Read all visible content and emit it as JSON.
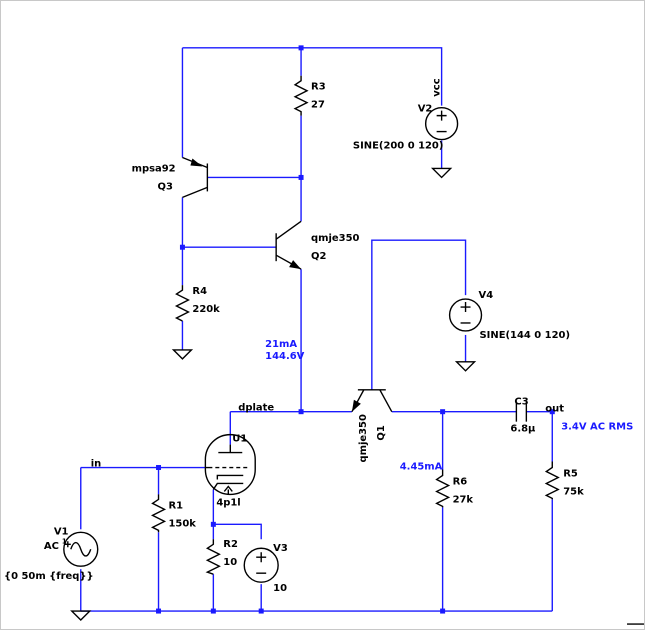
{
  "colors": {
    "wire": "#1a1aff",
    "component": "#000000",
    "label_blue": "#1a1aff",
    "background": "#ffffff"
  },
  "nets": {
    "vcc": "vcc",
    "in": "in",
    "dplate": "dplate",
    "out": "out"
  },
  "components": {
    "R3": {
      "name": "R3",
      "value": "27"
    },
    "V2": {
      "name": "V2",
      "value": "SINE(200 0 120)"
    },
    "Q3": {
      "name": "Q3",
      "model": "mpsa92"
    },
    "Q2": {
      "name": "Q2",
      "model": "qmje350"
    },
    "R4": {
      "name": "R4",
      "value": "220k"
    },
    "V4": {
      "name": "V4",
      "value": "SINE(144 0 120)"
    },
    "Q1": {
      "name": "Q1",
      "model": "qmje350"
    },
    "C3": {
      "name": "C3",
      "value": "6.8µ"
    },
    "U1": {
      "name": "U1",
      "model": "4p1l"
    },
    "R1": {
      "name": "R1",
      "value": "150k"
    },
    "R2": {
      "name": "R2",
      "value": "10"
    },
    "V3": {
      "name": "V3",
      "value": "10"
    },
    "R6": {
      "name": "R6",
      "value": "27k"
    },
    "R5": {
      "name": "R5",
      "value": "75k"
    },
    "V1": {
      "name": "V1",
      "type": "AC",
      "ac_value": "1",
      "value": "{0 50m {freq}}"
    }
  },
  "annotations": {
    "q2_current": "21mA",
    "q2_voltage": "144.6V",
    "r6_current": "4.45mA",
    "output_level": "3.4V AC RMS"
  }
}
